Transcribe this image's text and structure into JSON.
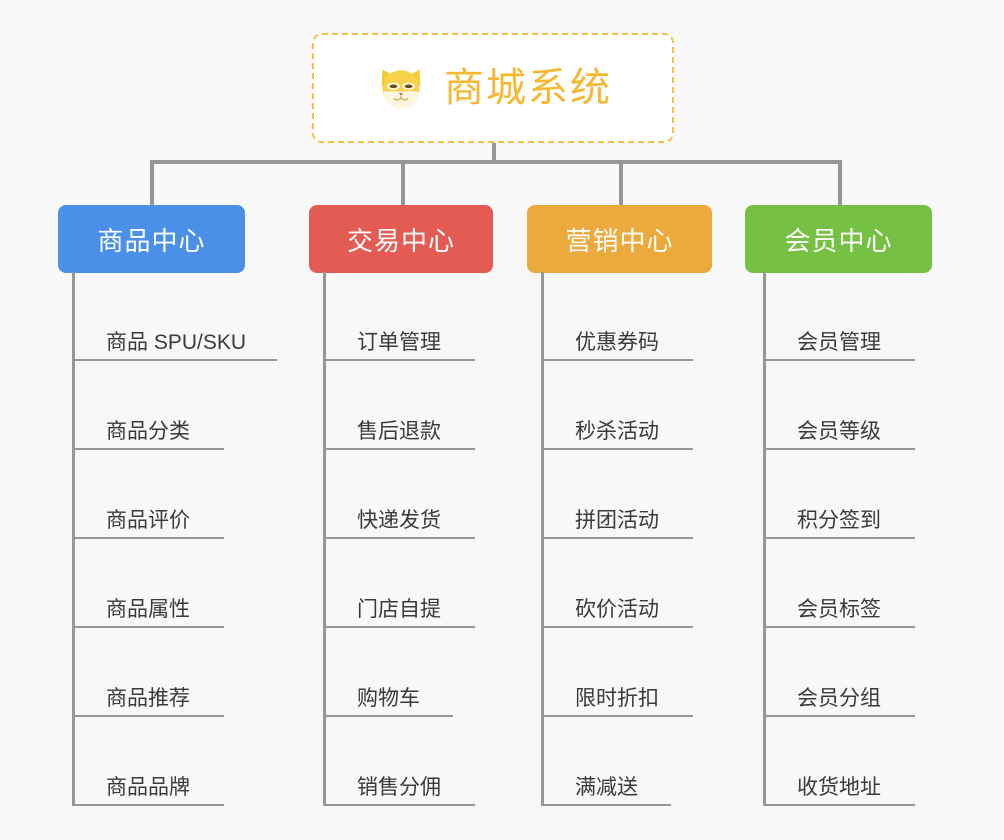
{
  "diagram": {
    "title": "商城系统",
    "background_color": "#f8f8f8",
    "connector_color": "#979797",
    "root": {
      "label": "商城系统",
      "icon": "shiba-dog-icon",
      "text_color": "#f7b731",
      "border_color": "#f0c14b",
      "fill_color": "#ffffff"
    },
    "branches": [
      {
        "label": "商品中心",
        "color": "#4a90e8",
        "children": [
          "商品 SPU/SKU",
          "商品分类",
          "商品评价",
          "商品属性",
          "商品推荐",
          "商品品牌"
        ]
      },
      {
        "label": "交易中心",
        "color": "#e45b53",
        "children": [
          "订单管理",
          "售后退款",
          "快递发货",
          "门店自提",
          "购物车",
          "销售分佣"
        ]
      },
      {
        "label": "营销中心",
        "color": "#eca93c",
        "children": [
          "优惠券码",
          "秒杀活动",
          "拼团活动",
          "砍价活动",
          "限时折扣",
          "满减送"
        ]
      },
      {
        "label": "会员中心",
        "color": "#76c043",
        "children": [
          "会员管理",
          "会员等级",
          "积分签到",
          "会员标签",
          "会员分组",
          "收货地址"
        ]
      }
    ]
  }
}
